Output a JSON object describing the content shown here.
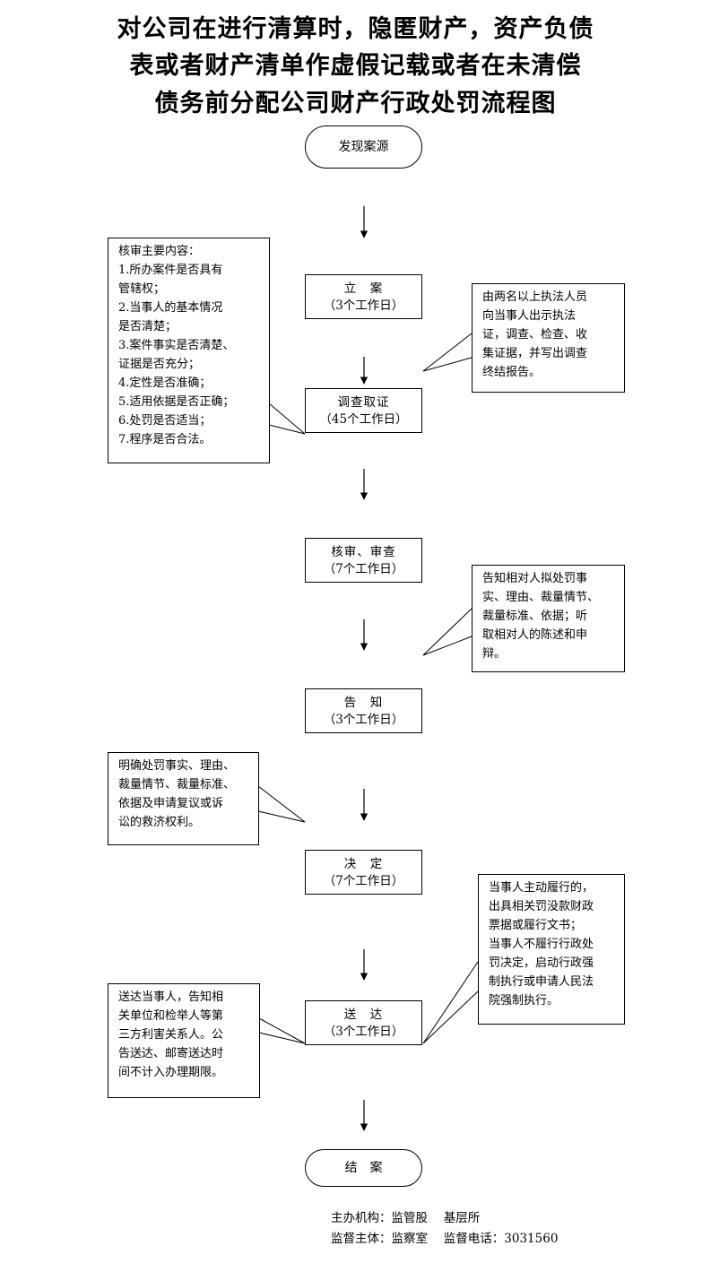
{
  "title": {
    "line1": "对公司在进行清算时，隐匿财产，资产负债",
    "line2": "表或者财产清单作虚假记载或者在未清偿",
    "line3": "债务前分配公司财产行政处罚流程图"
  },
  "steps": {
    "start": "发现案源",
    "filing": {
      "label": "立　案",
      "days": "（3个工作日）"
    },
    "investigation": {
      "label": "调查取证",
      "days": "（45个工作日）"
    },
    "review": {
      "label": "核审、审查",
      "days": "（7个工作日）"
    },
    "notify": {
      "label": "告　知",
      "days": "（3个工作日）"
    },
    "decision": {
      "label": "决　定",
      "days": "（7个工作日）"
    },
    "delivery": {
      "label": "送　达",
      "days": "（3个工作日）"
    },
    "end": "结　案"
  },
  "notes": {
    "review_contents": [
      "核审主要内容：",
      "1.所办案件是否具有",
      "管辖权；",
      "2.当事人的基本情况",
      "是否清楚；",
      "3.案件事实是否清楚、",
      "证据是否充分；",
      "4.定性是否准确；",
      "5.适用依据是否正确；",
      "6.处罚是否适当；",
      "7.程序是否合法。"
    ],
    "investigation_note": [
      "由两名以上执法人员",
      "向当事人出示执法",
      "证，调查、检查、收",
      "集证据，并写出调查",
      "终结报告。"
    ],
    "notify_note": [
      "告知相对人拟处罚事",
      "实、理由、裁量情节、",
      "裁量标准、依据；听",
      "取相对人的陈述和申",
      "辩。"
    ],
    "decision_note": [
      "明确处罚事实、理由、",
      "裁量情节、裁量标准、",
      "依据及申请复议或诉",
      "讼的救济权利。"
    ],
    "delivery_left_note": [
      "送达当事人，告知相",
      "关单位和检举人等第",
      "三方利害关系人。公",
      "告送达、邮寄送达时",
      "间不计入办理期限。"
    ],
    "delivery_right_note": [
      "当事人主动履行的，",
      "出具相关罚没款财政",
      "票据或履行文书；",
      "当事人不履行行政处",
      "罚决定，启动行政强",
      "制执行或申请人民法",
      "院强制执行。"
    ]
  },
  "footer": {
    "line1": "主办机构：监管股　 基层所",
    "line2": "监督主体：监察室　 监督电话：3031560"
  }
}
